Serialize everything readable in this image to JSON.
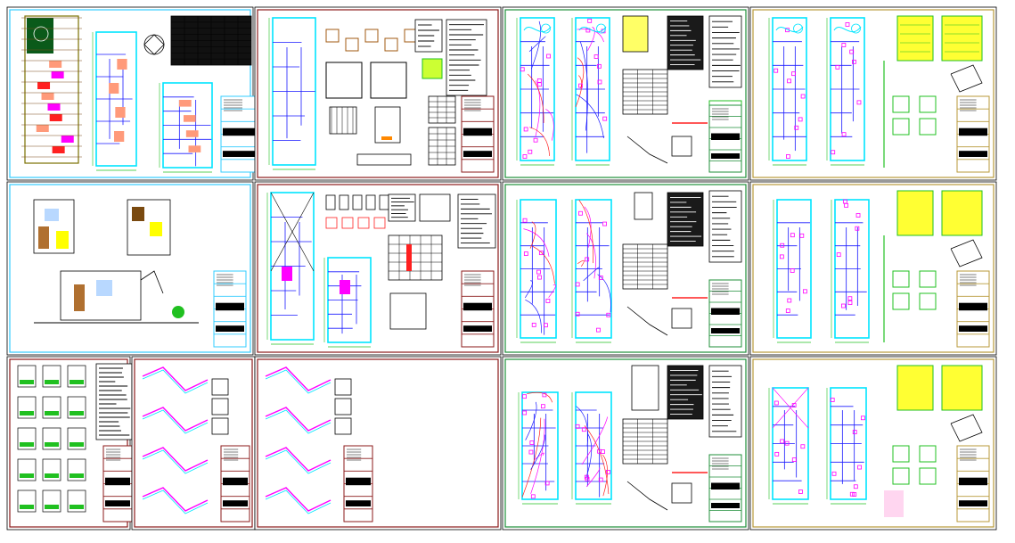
{
  "canvas_background": "#ffffff",
  "grid": {
    "rows": 3,
    "cols": 4
  },
  "colors": {
    "cyan": "#00e5ff",
    "blue": "#1a1aff",
    "magenta": "#ff00ff",
    "red": "#ff2020",
    "yellow": "#ffff00",
    "green": "#20c020",
    "salmon": "#ff9a7a",
    "olive": "#7a7000",
    "brown": "#a05a10",
    "border_cyan": "#33ccff",
    "border_maroon": "#8b1a1a",
    "border_green": "#1f8f3a",
    "border_gold": "#b89a3a",
    "ink": "#000000"
  },
  "sheets": [
    {
      "id": "r1c1",
      "border": "border_cyan",
      "content": "site-and-floor-plans"
    },
    {
      "id": "r1c2",
      "border": "border_maroon",
      "content": "structural-details"
    },
    {
      "id": "r1c3",
      "border": "border_green",
      "content": "electrical-plans"
    },
    {
      "id": "r1c4",
      "border": "border_gold",
      "content": "plumbing-plans"
    },
    {
      "id": "r2c1",
      "border": "border_cyan",
      "content": "elevations-sections"
    },
    {
      "id": "r2c2",
      "border": "border_maroon",
      "content": "framing-plans"
    },
    {
      "id": "r2c3",
      "border": "border_green",
      "content": "electrical-plans-2"
    },
    {
      "id": "r2c4",
      "border": "border_gold",
      "content": "plumbing-plans-2"
    },
    {
      "id": "r3c1",
      "border": "border_maroon",
      "content": "footing-details"
    },
    {
      "id": "r3c2",
      "border": "border_maroon",
      "content": "stair-beam-details"
    },
    {
      "id": "r3c3",
      "border": "border_green",
      "content": "electrical-plans-3"
    },
    {
      "id": "r3c4",
      "border": "border_gold",
      "content": "plumbing-plans-3"
    }
  ]
}
